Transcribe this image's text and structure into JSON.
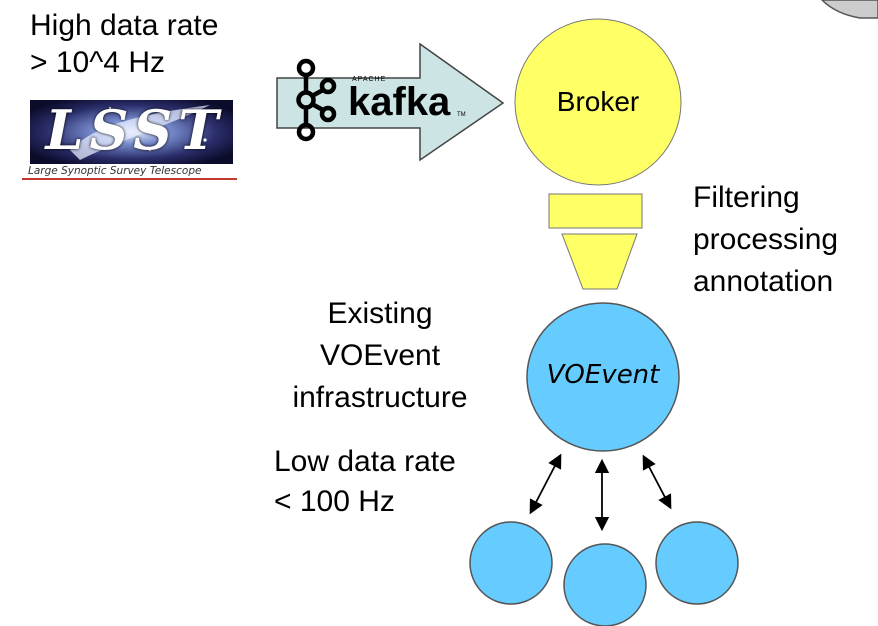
{
  "labels": {
    "high_rate_line1": "High data rate",
    "high_rate_line2": "> 10^4 Hz",
    "low_rate_line1": "Low data rate",
    "low_rate_line2": "< 100 Hz",
    "existing_line1": "Existing",
    "existing_line2": "VOEvent",
    "existing_line3": "infrastructure",
    "filter_line1": "Filtering",
    "filter_line2": "processing",
    "filter_line3": "annotation"
  },
  "nodes": {
    "broker": "Broker",
    "voevent": "VOEvent"
  },
  "logos": {
    "kafka_small": "APACHE",
    "kafka_word": "kafka",
    "kafka_tm": "TM",
    "lsst_word": "LSST",
    "lsst_caption": "Large Synoptic Survey Telescope"
  },
  "colors": {
    "broker_fill": "#ffff66",
    "voevent_fill": "#66ccff",
    "arrow_fill": "#cce4e4",
    "stroke": "#333333"
  },
  "icons": [
    "kafka-logo",
    "lsst-logo",
    "double-arrow-icon"
  ]
}
